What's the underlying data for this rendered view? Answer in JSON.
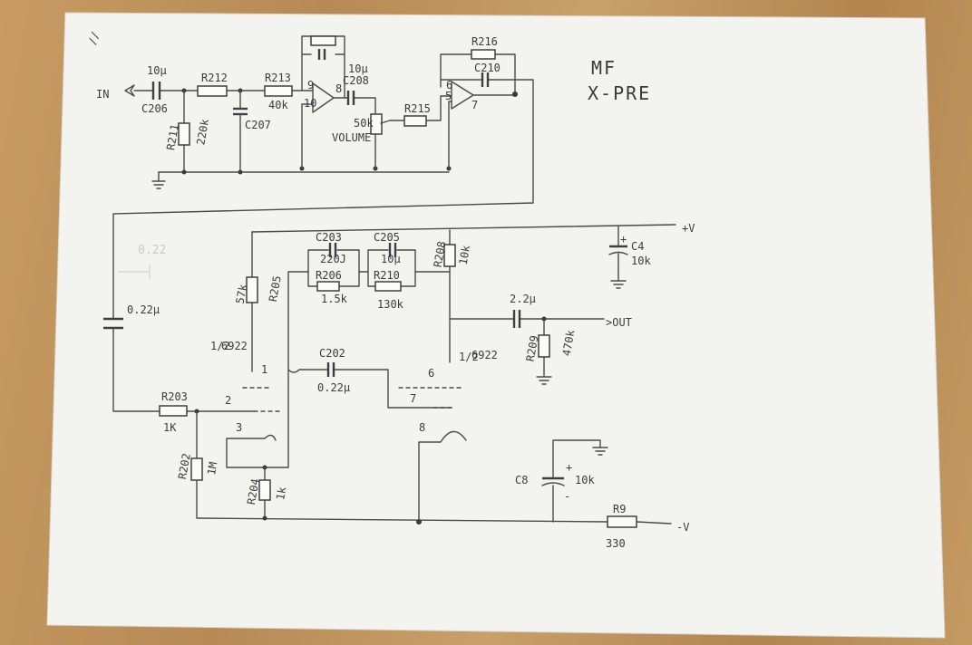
{
  "title": {
    "line1": "MF",
    "line2": "X-PRE"
  },
  "corner_mark": "//",
  "preamp": {
    "input": "IN",
    "c206": {
      "value": "10µ",
      "ref": "C206"
    },
    "r212": "R212",
    "r213": {
      "ref": "R213",
      "value": "40k"
    },
    "r211": {
      "ref": "R211",
      "value": "220k"
    },
    "c207": "C207",
    "c208": {
      "value": "10µ",
      "ref": "C208"
    },
    "volume": {
      "value": "50k",
      "label": "VOLUME"
    },
    "r215": "R215",
    "r216": "R216",
    "c210": "C210",
    "pins": {
      "p9": "9",
      "p8": "8",
      "p10": "10",
      "p6": "6",
      "p5": "5",
      "p7": "7"
    }
  },
  "amp": {
    "c203": {
      "ref": "C203",
      "value": "220J"
    },
    "c205": {
      "ref": "C205",
      "value": "10µ"
    },
    "r206": {
      "ref": "R206",
      "value": "1.5k"
    },
    "r210": {
      "ref": "R210",
      "value": "130k"
    },
    "r208": {
      "ref": "R208",
      "value": "10k"
    },
    "r205": {
      "ref": "R205",
      "value": "57k"
    },
    "tube_left": {
      "frac": "1/2",
      "name": "6922"
    },
    "tube_right": {
      "frac": "1/2",
      "name": "6922"
    },
    "c202": {
      "ref": "C202",
      "value": "0.22µ"
    },
    "coupling_cap": {
      "ghost": "0.22",
      "value": "0.22µ"
    },
    "r203": {
      "ref": "R203",
      "value": "1K"
    },
    "r202": {
      "ref": "R202",
      "value": "1M"
    },
    "r204": {
      "ref": "R204",
      "value": "1k"
    },
    "out_cap": "2.2µ",
    "r209": {
      "ref": "R209",
      "value": "470k"
    },
    "output": ">OUT",
    "pins": {
      "p1": "1",
      "p2": "2",
      "p3": "3",
      "p6": "6",
      "p7": "7",
      "p8": "8"
    }
  },
  "supply": {
    "plus_v": "+V",
    "c4": {
      "ref": "C4",
      "polarity": "+",
      "value": "10k"
    },
    "c8": {
      "ref": "C8",
      "polarity_plus": "+",
      "polarity_minus": "-",
      "value": "10k"
    },
    "r9": {
      "ref": "R9",
      "value": "330"
    },
    "minus_v": "-V"
  }
}
